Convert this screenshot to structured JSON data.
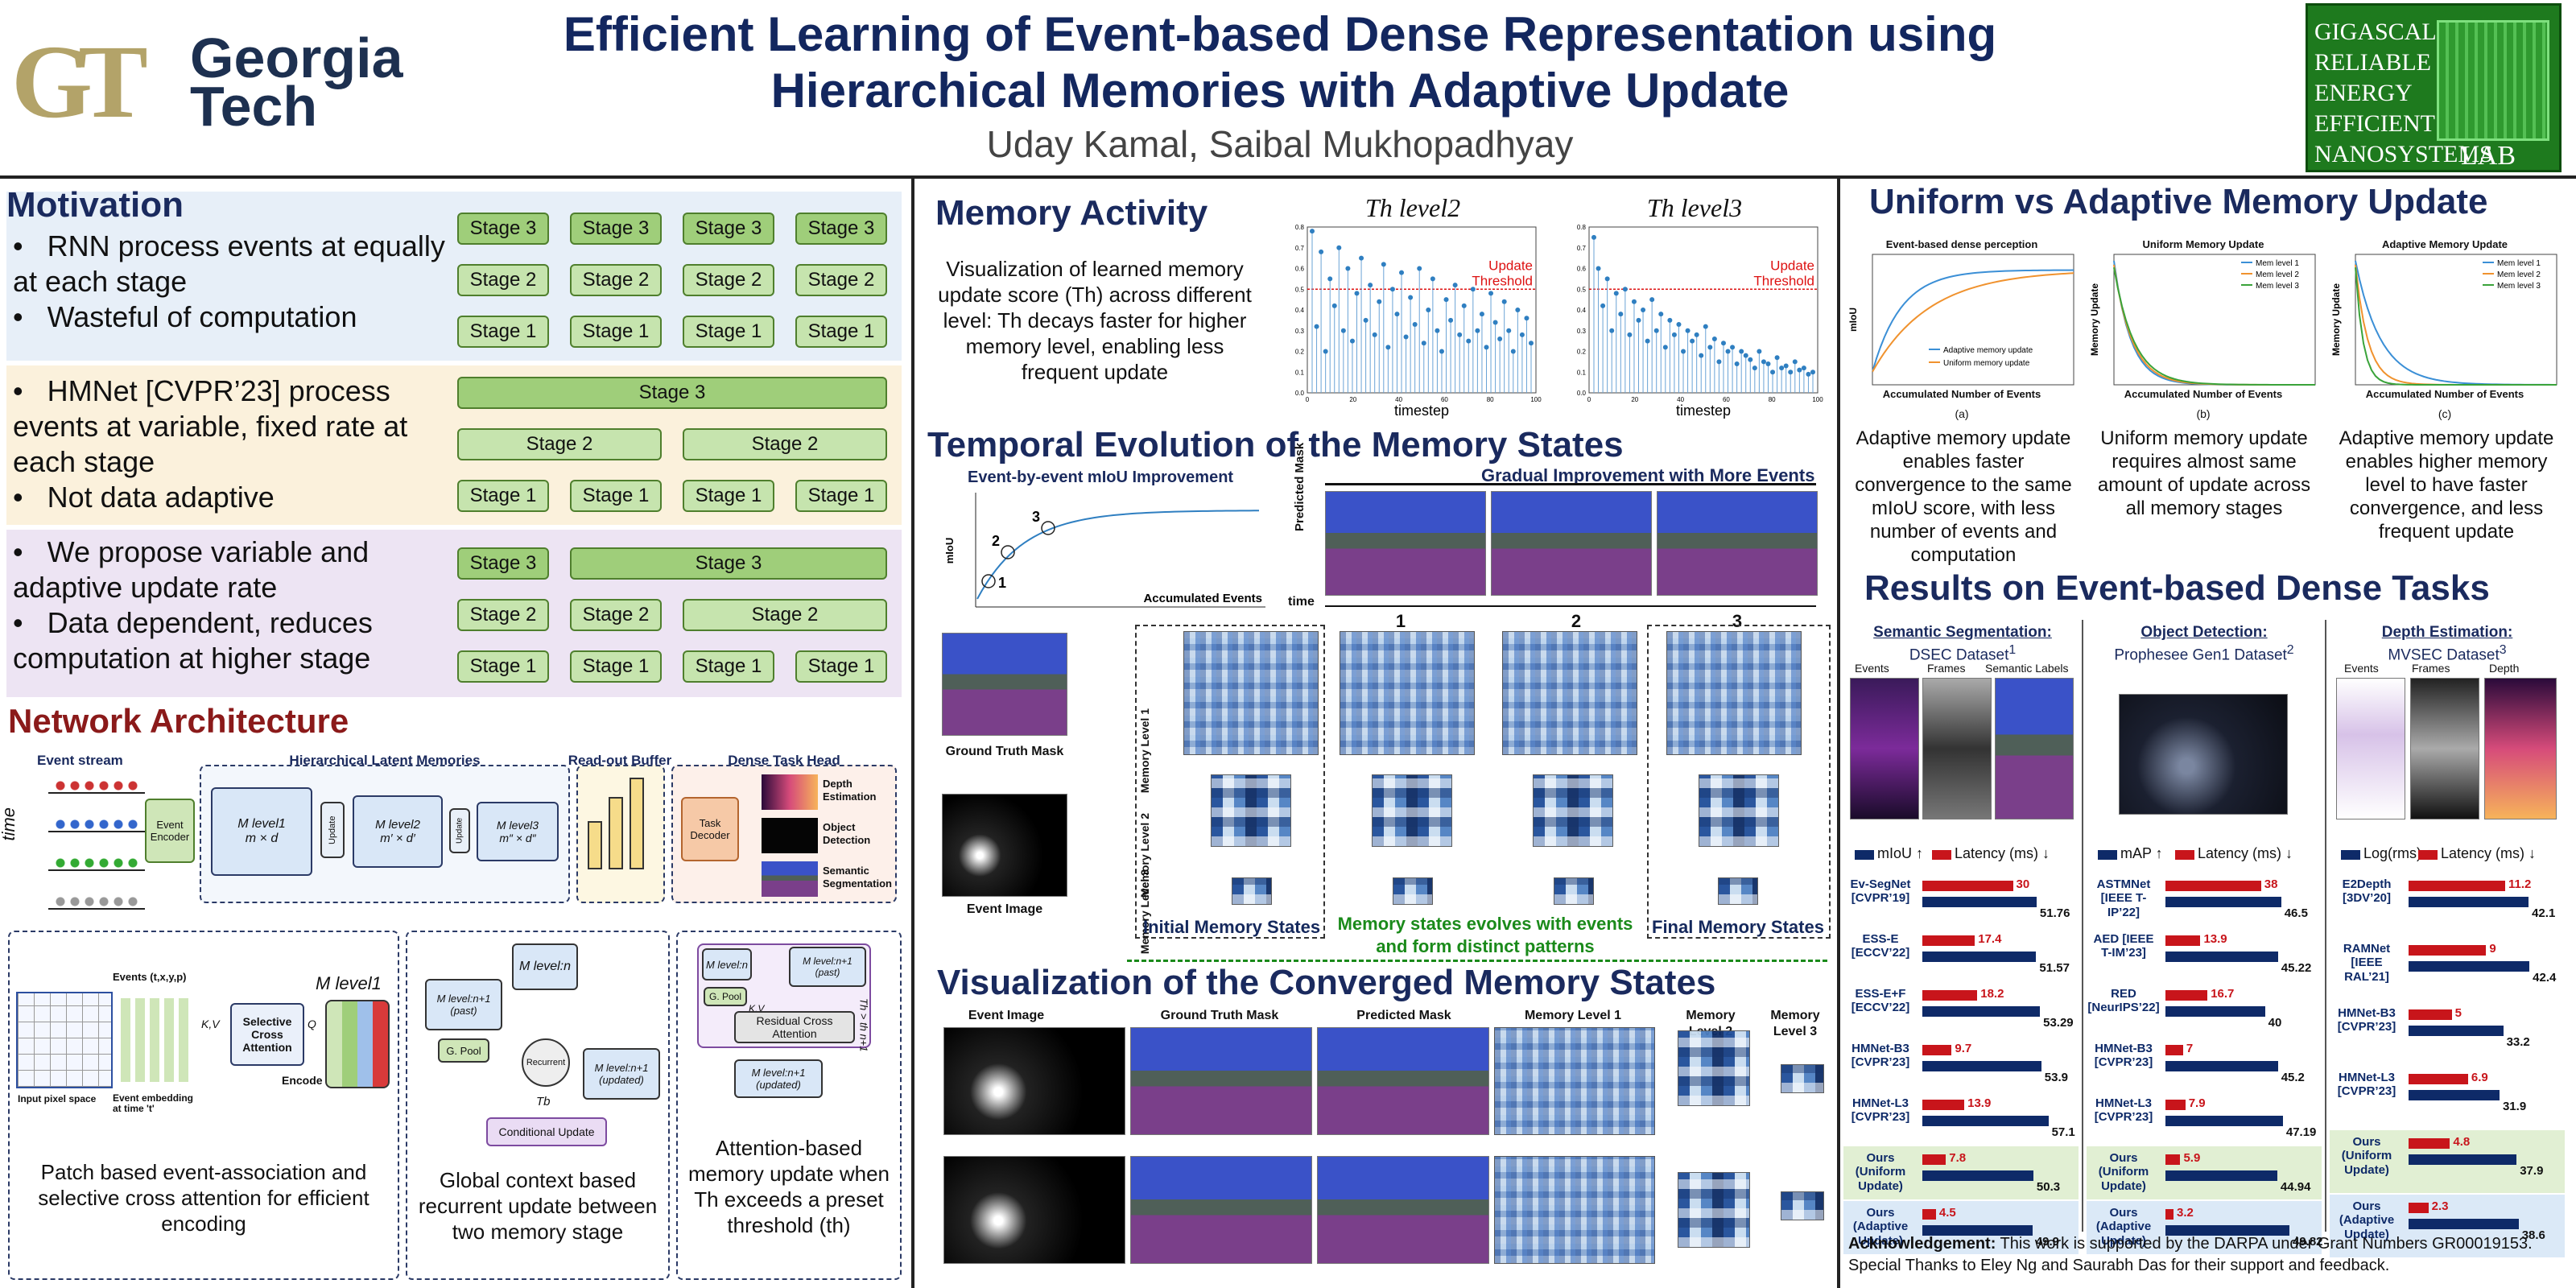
{
  "header": {
    "logo_left": "Georgia Tech",
    "logo_mark": "GT",
    "title_line1": "Efficient Learning of Event-based Dense Representation using",
    "title_line2": "Hierarchical Memories with Adaptive Update",
    "authors": "Uday Kamal, Saibal Mukhopadhyay",
    "lab_lines": [
      "GIGASCALE",
      "RELIABLE",
      "ENERGY",
      "EFFICIENT",
      "NANOSYSTEMS"
    ],
    "lab_word": "LAB"
  },
  "motivation": {
    "title": "Motivation",
    "b1": [
      "RNN process events at equally at each stage",
      "Wasteful of computation"
    ],
    "b2": [
      "HMNet [CVPR’23] process events at variable, fixed rate at each stage",
      "Not data adaptive"
    ],
    "b3": [
      "We propose variable and adaptive update rate",
      "Data dependent, reduces computation at higher stage"
    ],
    "stage1": "Stage 1",
    "stage2": "Stage 2",
    "stage3": "Stage 3"
  },
  "architecture": {
    "title": "Network Architecture",
    "event_stream": "Event stream",
    "time": "time",
    "hlm": "Hierarchical Latent Memories",
    "readout": "Read-out Buffer",
    "dense_head": "Dense Task Head",
    "encoder": "Event Encoder",
    "update": "Update",
    "m1": "M level1",
    "m1dim": "m × d",
    "m2": "M level2",
    "m2dim": "m′ × d′",
    "m3": "M level3",
    "m3dim": "m″ × d″",
    "decoder": "Task Decoder",
    "tasks": [
      "Depth Estimation",
      "Object Detection",
      "Semantic Segmentation"
    ],
    "events_label": "Events (t,x,y,p)",
    "input_pixel": "Input pixel space",
    "embedding": "Event embedding at time 't'",
    "sca": "Selective Cross Attention",
    "kv": "K,V",
    "q": "Q",
    "encode": "Encode",
    "gpool": "G. Pool",
    "recurrent": "Recurrent",
    "tb": "Tb",
    "cond_update": "Conditional Update",
    "mln": "M level:n",
    "mlnp1": "M level:n+1 (past)",
    "mlnp1u": "M level:n+1 (updated)",
    "rca": "Residual Cross Attention",
    "threshold": "Th > th n+1",
    "cap1": "Patch based event-association and selective cross attention for efficient encoding",
    "cap2": "Global context based recurrent update between two memory stage",
    "cap3": "Attention-based memory update when Th exceeds a preset threshold (th)"
  },
  "memory_activity": {
    "title": "Memory Activity",
    "desc": "Visualization of learned memory update score (Th) across different level: Th decays faster for higher memory level, enabling less frequent update",
    "p1_title": "Th level2",
    "p2_title": "Th level3",
    "update_threshold": "Update Threshold",
    "xlabel": "timestep"
  },
  "temporal": {
    "title": "Temporal Evolution of the Memory States",
    "miou_title": "Event-by-event mIoU Improvement",
    "miou_ylabel": "mIoU",
    "miou_xlabel": "Accumulated Events",
    "gradual": "Gradual Improvement with More Events",
    "pred_mask": "Predicted Mask",
    "time": "time",
    "steps": [
      "1",
      "2",
      "3"
    ],
    "gt": "Ground Truth Mask",
    "event_image": "Event Image",
    "ml1": "Memory Level 1",
    "ml2": "Memory Level 2",
    "ml3": "Memory Level 3",
    "initial": "Initial Memory States",
    "final": "Final Memory States",
    "evolves": "Memory states evolves with events and form distinct patterns"
  },
  "converged": {
    "title": "Visualization of the Converged Memory States",
    "cols": [
      "Event Image",
      "Ground Truth Mask",
      "Predicted Mask",
      "Memory Level 1",
      "Memory Level 2",
      "Memory Level 3"
    ]
  },
  "uniform": {
    "title": "Uniform vs Adaptive Memory Update",
    "c1_title": "Event-based dense perception",
    "c2_title": "Uniform Memory Update",
    "c3_title": "Adaptive Memory Update",
    "c1_ylabel": "mIoU",
    "c_ylabel": "Memory Update",
    "xlabel": "Accumulated Number of Events",
    "legend1": [
      "Adaptive memory update",
      "Uniform memory update"
    ],
    "legend2": [
      "Mem level 1",
      "Mem level 2",
      "Mem level 3"
    ],
    "sub": [
      "(a)",
      "(b)",
      "(c)"
    ],
    "cap_a": "Adaptive memory update enables faster convergence to the same mIoU score, with less number of events and computation",
    "cap_b": "Uniform memory update requires almost same amount of update across all memory stages",
    "cap_c": "Adaptive memory update enables higher memory level to have faster convergence, and less frequent update"
  },
  "results": {
    "title": "Results on Event-based Dense Tasks",
    "ss_title": "Semantic Segmentation:",
    "ss_ds": "DSEC Dataset",
    "ss_cols": [
      "Events",
      "Frames",
      "Semantic Labels"
    ],
    "od_title": "Object Detection:",
    "od_ds": "Prophesee Gen1 Dataset",
    "de_title": "Depth Estimation:",
    "de_ds": "MVSEC Dataset",
    "de_cols": [
      "Events",
      "Frames",
      "Depth"
    ],
    "ss_legend": [
      "mIoU",
      "Latency (ms)"
    ],
    "od_legend": [
      "mAP",
      "Latency (ms)"
    ],
    "de_legend": [
      "Log(rms)",
      "Latency (ms)"
    ],
    "ack_bold": "Acknowledgement:",
    "ack": " This work is supported by the DARPA under Grant Numbers GR00019153. Special Thanks to Eley Ng and Saurabh Das for their support and feedback."
  },
  "chart_data": [
    {
      "type": "bar",
      "title": "Semantic Segmentation:",
      "categories": [
        "Ev-SegNet [CVPR’19]",
        "ESS-E [ECCV’22]",
        "ESS-E+F [ECCV’22]",
        "HMNet-B3 [CVPR’23]",
        "HMNet-L3 [CVPR’23]",
        "Ours (Uniform Update)",
        "Ours (Adaptive Update)"
      ],
      "series": [
        {
          "name": "Latency (ms)",
          "values": [
            30,
            17.4,
            18.2,
            9.7,
            13.9,
            7.8,
            4.5
          ]
        },
        {
          "name": "mIoU",
          "values": [
            51.76,
            51.57,
            53.29,
            53.9,
            57.1,
            50.3,
            49.9
          ]
        }
      ]
    },
    {
      "type": "bar",
      "title": "Object Detection:",
      "categories": [
        "ASTMNet [IEEE T-IP’22]",
        "AED [IEEE T-IM’23]",
        "RED [NeurIPS’22]",
        "HMNet-B3 [CVPR’23]",
        "HMNet-L3 [CVPR’23]",
        "Ours (Uniform Update)",
        "Ours (Adaptive Update)"
      ],
      "series": [
        {
          "name": "Latency (ms)",
          "values": [
            38,
            13.9,
            16.7,
            7,
            7.9,
            5.9,
            3.2
          ]
        },
        {
          "name": "mAP",
          "values": [
            46.5,
            45.22,
            40,
            45.2,
            47.19,
            44.94,
            49.82
          ]
        }
      ]
    },
    {
      "type": "bar",
      "title": "Depth Estimation:",
      "categories": [
        "E2Depth [3DV’20]",
        "RAMNet [IEEE RAL’21]",
        "HMNet-B3 [CVPR’23]",
        "HMNet-L3 [CVPR’23]",
        "Ours (Uniform Update)",
        "Ours (Adaptive Update)"
      ],
      "series": [
        {
          "name": "Latency (ms)",
          "values": [
            11.2,
            9,
            5,
            6.9,
            4.8,
            2.3
          ]
        },
        {
          "name": "Log(rms)",
          "values": [
            42.1,
            42.4,
            33.2,
            31.9,
            37.9,
            38.6
          ]
        }
      ]
    },
    {
      "type": "scatter",
      "title": "Th level2",
      "x_ticks": [
        0,
        20,
        40,
        60,
        80,
        100
      ],
      "y_ticks": [
        0.0,
        0.1,
        0.2,
        0.3,
        0.4,
        0.5,
        0.6,
        0.7,
        0.8
      ],
      "threshold": 0.5,
      "values": [
        0.78,
        0.32,
        0.68,
        0.2,
        0.55,
        0.42,
        0.7,
        0.3,
        0.6,
        0.25,
        0.48,
        0.65,
        0.35,
        0.52,
        0.28,
        0.44,
        0.62,
        0.22,
        0.5,
        0.38,
        0.58,
        0.27,
        0.46,
        0.33,
        0.6,
        0.24,
        0.4,
        0.55,
        0.3,
        0.2,
        0.45,
        0.35,
        0.52,
        0.28,
        0.42,
        0.25,
        0.5,
        0.3,
        0.38,
        0.22,
        0.48,
        0.34,
        0.26,
        0.44,
        0.3,
        0.2,
        0.4,
        0.28,
        0.36,
        0.24
      ]
    },
    {
      "type": "scatter",
      "title": "Th level3",
      "x_ticks": [
        0,
        20,
        40,
        60,
        80,
        100
      ],
      "y_ticks": [
        0.0,
        0.1,
        0.2,
        0.3,
        0.4,
        0.5,
        0.6,
        0.7,
        0.8
      ],
      "threshold": 0.5,
      "values": [
        0.75,
        0.6,
        0.42,
        0.55,
        0.3,
        0.48,
        0.38,
        0.5,
        0.28,
        0.44,
        0.35,
        0.4,
        0.25,
        0.45,
        0.3,
        0.38,
        0.22,
        0.35,
        0.28,
        0.33,
        0.2,
        0.3,
        0.25,
        0.28,
        0.18,
        0.32,
        0.22,
        0.26,
        0.15,
        0.24,
        0.2,
        0.22,
        0.14,
        0.2,
        0.18,
        0.16,
        0.12,
        0.2,
        0.15,
        0.14,
        0.1,
        0.17,
        0.12,
        0.13,
        0.1,
        0.15,
        0.11,
        0.12,
        0.09,
        0.1
      ]
    },
    {
      "type": "line",
      "title": "Event-by-event mIoU Improvement",
      "points_marked": [
        "1",
        "2",
        "3"
      ]
    }
  ]
}
